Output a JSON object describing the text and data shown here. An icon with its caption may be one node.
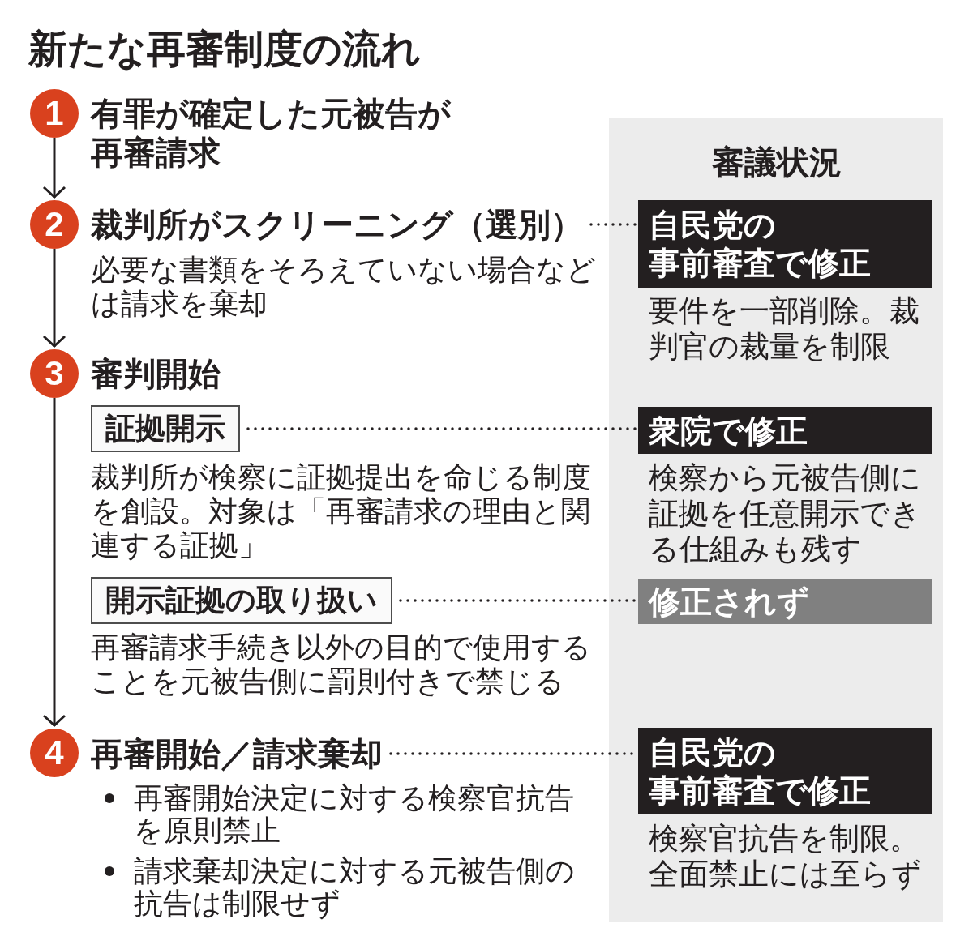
{
  "diagram": {
    "title": "新たな再審制度の流れ",
    "nodes": [
      {
        "text": [
          "1"
        ],
        "beside": [
          "有罪が確定した元被告が再審請求"
        ]
      },
      {
        "text": [
          "2"
        ]
      },
      {
        "text": [
          "裁判所がスクリーニング（選別）"
        ],
        "beside": [
          "必要な書類をそろえていない場合などは請求を棄却"
        ]
      },
      {
        "text": [
          "3"
        ],
        "beside": [
          "審判開始"
        ]
      },
      {
        "text": [
          "証拠開示"
        ],
        "beside": [
          "裁判所が検察に証拠提出を命じる制度を創設。対象は「再審請求の理由と関連する証拠」"
        ]
      },
      {
        "text": [
          "開示証拠の取り扱い"
        ],
        "beside": [
          "再審請求手続き以外の目的で使用することを元被告側に罰則付きで禁じる"
        ]
      },
      {
        "text": [
          "4"
        ]
      },
      {
        "text": [
          "再審開始／請求棄却"
        ],
        "beside": [
          "再審開始決定に対する検察官抗告を原則禁止",
          "請求棄却決定に対する元被告側の抗告は制限せず"
        ]
      },
      {
        "text": [
          "審議状況"
        ]
      },
      {
        "text": [
          "自民党の事前審査で修正"
        ],
        "beside": [
          "要件を一部削除。裁判官の裁量を制限"
        ],
        "in": 8
      },
      {
        "text": [
          "衆院で修正"
        ],
        "beside": [
          "検察から元被告側に証拠を任意開示できる仕組みも残す"
        ],
        "in": 8
      },
      {
        "text": [
          "修正されず"
        ],
        "in": 8
      },
      {
        "text": [
          "自民党の事前審査で修正"
        ],
        "beside": [
          "検察官抗告を制限。全面禁止には至らず"
        ],
        "in": 8
      }
    ],
    "edges": [
      {
        "from": 0,
        "to": 1,
        "arrow": "to"
      },
      {
        "from": 1,
        "to": 3,
        "arrow": "to"
      },
      {
        "from": 3,
        "to": 6,
        "arrow": "to"
      },
      {
        "from": 2,
        "to": 9,
        "arrow": "none",
        "style": "dashed"
      },
      {
        "from": 4,
        "to": 10,
        "arrow": "none",
        "style": "dashed"
      },
      {
        "from": 5,
        "to": 11,
        "arrow": "none",
        "style": "dashed"
      },
      {
        "from": 7,
        "to": 12,
        "arrow": "none",
        "style": "dashed"
      }
    ]
  }
}
